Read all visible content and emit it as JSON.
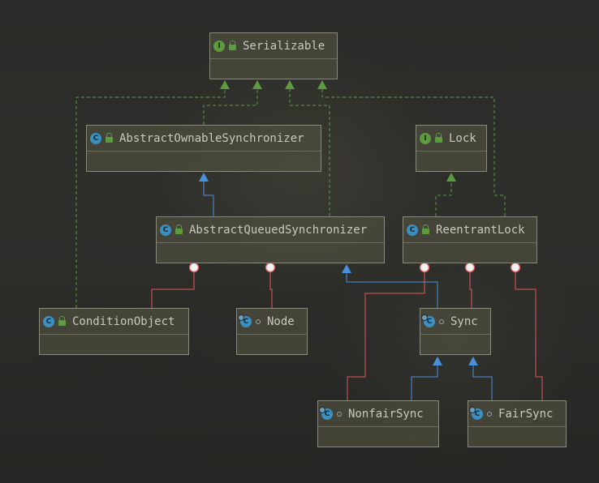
{
  "nodes": {
    "serializable": {
      "label": "Serializable",
      "kind": "interface",
      "visibility": "public",
      "kind_letter": "I"
    },
    "aos": {
      "label": "AbstractOwnableSynchronizer",
      "kind": "abstract-class",
      "visibility": "public",
      "kind_letter": "C"
    },
    "lock": {
      "label": "Lock",
      "kind": "interface",
      "visibility": "public",
      "kind_letter": "I"
    },
    "aqs": {
      "label": "AbstractQueuedSynchronizer",
      "kind": "abstract-class",
      "visibility": "public",
      "kind_letter": "C"
    },
    "reentrant": {
      "label": "ReentrantLock",
      "kind": "class",
      "visibility": "public",
      "kind_letter": "C"
    },
    "condition": {
      "label": "ConditionObject",
      "kind": "class",
      "visibility": "public",
      "kind_letter": "C"
    },
    "node": {
      "label": "Node",
      "kind": "inner-class",
      "visibility": "package",
      "kind_letter": "C"
    },
    "sync": {
      "label": "Sync",
      "kind": "inner-abstract-class",
      "visibility": "package",
      "kind_letter": "C"
    },
    "nonfair": {
      "label": "NonfairSync",
      "kind": "inner-class",
      "visibility": "package",
      "kind_letter": "C"
    },
    "fair": {
      "label": "FairSync",
      "kind": "inner-class",
      "visibility": "package",
      "kind_letter": "C"
    }
  },
  "colors": {
    "implements": "#5d9b3f",
    "extends": "#4a90d9",
    "inner": "#e05a5a"
  }
}
